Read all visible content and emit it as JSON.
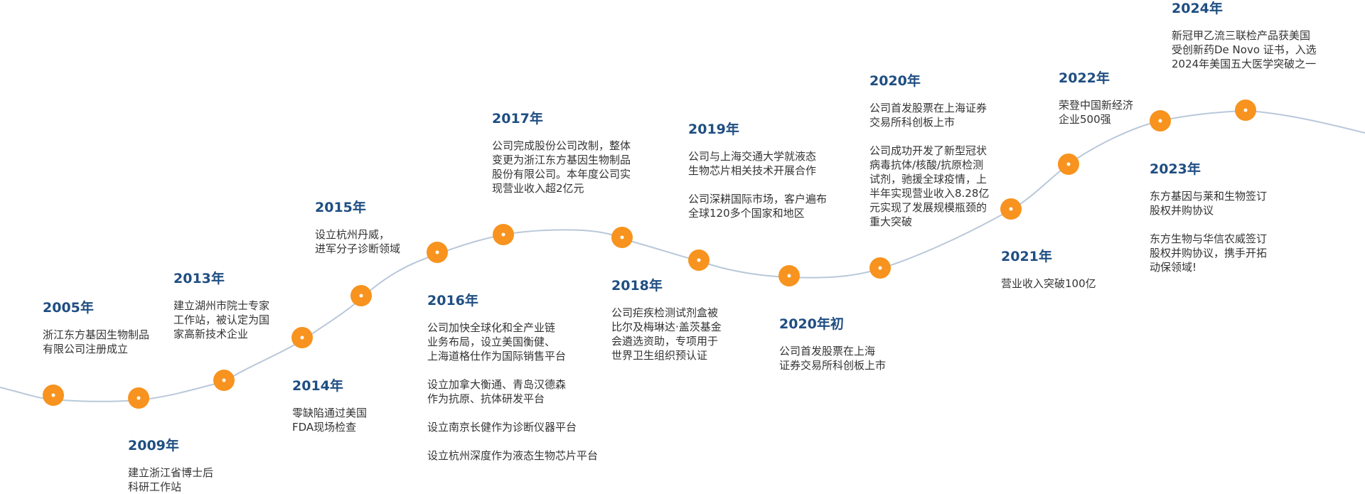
{
  "colors": {
    "curve": "#b9c8da",
    "node": "#f7931e",
    "node_center": "#ffffff",
    "year_text": "#1f4e82",
    "body_text": "#333333"
  },
  "milestones": [
    {
      "id": "2005",
      "year": "2005年",
      "texts": [
        "浙江东方基因生物制品\n有限公司注册成立"
      ]
    },
    {
      "id": "2009",
      "year": "2009年",
      "texts": [
        "建立浙江省博士后\n科研工作站"
      ]
    },
    {
      "id": "2013",
      "year": "2013年",
      "texts": [
        "建立湖州市院士专家\n工作站，被认定为国\n家高新技术企业"
      ]
    },
    {
      "id": "2014",
      "year": "2014年",
      "texts": [
        "零缺陷通过美国\nFDA现场检查"
      ]
    },
    {
      "id": "2015",
      "year": "2015年",
      "texts": [
        "设立杭州丹威，\n进军分子诊断领域"
      ]
    },
    {
      "id": "2016",
      "year": "2016年",
      "texts": [
        "公司加快全球化和全产业链\n业务布局，设立美国衡健、\n上海道格仕作为国际销售平台",
        "设立加拿大衡通、青岛汉德森\n作为抗原、抗体研发平台",
        "设立南京长健作为诊断仪器平台",
        "设立杭州深度作为液态生物芯片平台"
      ]
    },
    {
      "id": "2017",
      "year": "2017年",
      "texts": [
        "公司完成股份公司改制，整体\n变更为浙江东方基因生物制品\n股份有限公司。本年度公司实\n现营业收入超2亿元"
      ]
    },
    {
      "id": "2018",
      "year": "2018年",
      "texts": [
        "公司疟疾检测试剂盒被\n比尔及梅琳达·盖茨基金\n会遴选资助，专项用于\n世界卫生组织预认证"
      ]
    },
    {
      "id": "2019",
      "year": "2019年",
      "texts": [
        "公司与上海交通大学就液态\n生物芯片相关技术开展合作",
        "公司深耕国际市场，客户遍布\n全球120多个国家和地区"
      ]
    },
    {
      "id": "2020-early",
      "year": "2020年初",
      "texts": [
        "公司首发股票在上海\n证券交易所科创板上市"
      ]
    },
    {
      "id": "2020",
      "year": "2020年",
      "texts": [
        "公司首发股票在上海证券\n交易所科创板上市",
        "公司成功开发了新型冠状\n病毒抗体/核酸/抗原检测\n试剂，驰援全球疫情，上\n半年实现营业收入8.28亿\n元实现了发展规模瓶颈的\n重大突破"
      ]
    },
    {
      "id": "2021",
      "year": "2021年",
      "texts": [
        "营业收入突破100亿"
      ]
    },
    {
      "id": "2022",
      "year": "2022年",
      "texts": [
        "荣登中国新经济\n企业500强"
      ]
    },
    {
      "id": "2023",
      "year": "2023年",
      "texts": [
        "东方基因与莱和生物签订\n股权并购协议",
        "东方生物与华信农威签订\n股权并购协议，携手开拓\n动保领域!"
      ]
    },
    {
      "id": "2024",
      "year": "2024年",
      "texts": [
        "新冠甲乙流三联检产品获美国\n受创新药De Novo 证书，入选\n2024年美国五大医学突破之一"
      ]
    }
  ]
}
